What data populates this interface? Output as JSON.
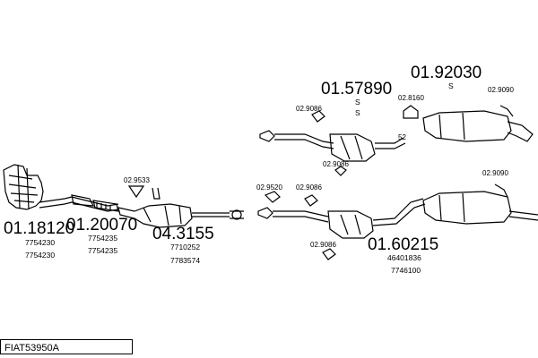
{
  "title_code": "FIAT53950A",
  "parts": {
    "manifold": {
      "number": "01.18120",
      "refs": [
        "7754230",
        "7754230"
      ]
    },
    "front_pipe": {
      "number": "01.20070",
      "refs": [
        "7754235",
        "7754235"
      ]
    },
    "catalyst": {
      "number": "04.3155",
      "refs": [
        "7710252",
        "7783574"
      ],
      "fitting": "02.9533"
    },
    "top_mid": {
      "number": "01.57890",
      "suffix": "S",
      "fittings": [
        "02.9086",
        "02.9086",
        "02.8160"
      ]
    },
    "top_rear": {
      "number": "01.92030",
      "suffix": "S",
      "fittings": [
        "02.9090"
      ]
    },
    "bottom_mid": {
      "number": "01.60215",
      "refs": [
        "46401836",
        "7746100"
      ],
      "fittings": [
        "02.9520",
        "02.9086",
        "02.9086"
      ]
    },
    "bottom_rear": {
      "fittings": [
        "02.9090"
      ]
    }
  },
  "pipe_marker": "52"
}
